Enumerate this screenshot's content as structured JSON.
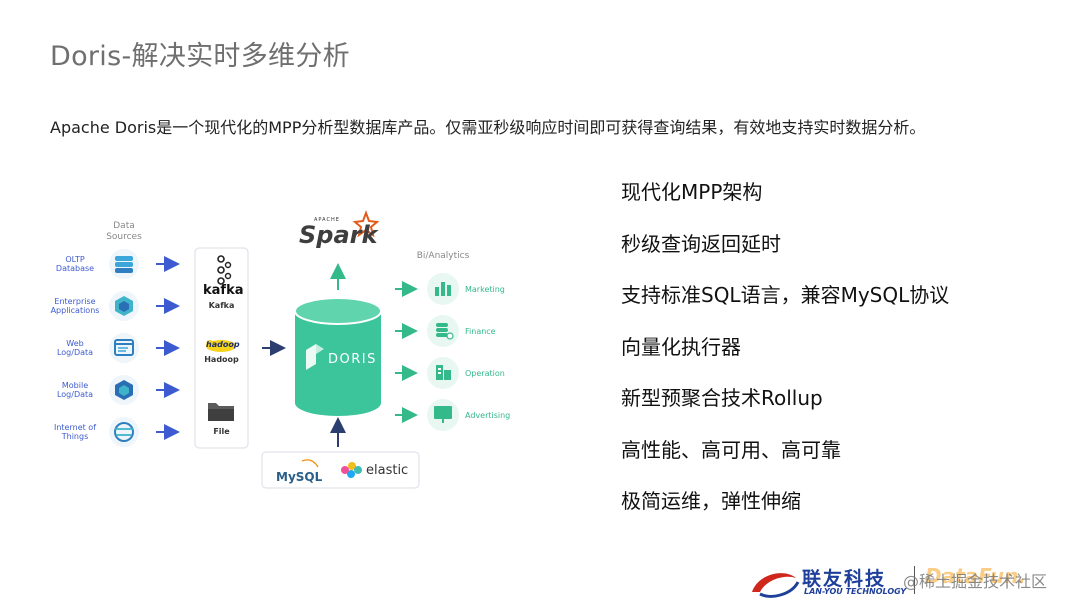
{
  "title": "Doris-解决实时多维分析",
  "subtitle": "Apache Doris是一个现代化的MPP分析型数据库产品。仅需亚秒级响应时间即可获得查询结果，有效地支持实时数据分析。",
  "features": [
    "现代化MPP架构",
    "秒级查询返回延时",
    "支持标准SQL语言，兼容MySQL协议",
    "向量化执行器",
    "新型预聚合技术Rollup",
    "高性能、高可用、高可靠",
    "极简运维，弹性伸缩"
  ],
  "diagram": {
    "sources_title": [
      "Data",
      "Sources"
    ],
    "sources": [
      {
        "label": [
          "OLTP",
          "Database"
        ],
        "icon": "database-icon"
      },
      {
        "label": [
          "Enterprise",
          "Applications"
        ],
        "icon": "cube-icon"
      },
      {
        "label": [
          "Web",
          "Log/Data"
        ],
        "icon": "browser-icon"
      },
      {
        "label": [
          "Mobile",
          "Log/Data"
        ],
        "icon": "mobile-cube-icon"
      },
      {
        "label": [
          "Internet of",
          "Things"
        ],
        "icon": "globe-icon"
      }
    ],
    "middle": [
      {
        "word": "kafka",
        "label": "Kafka"
      },
      {
        "word": "hadoop",
        "label": "Hadoop"
      },
      {
        "word": "",
        "label": "File"
      }
    ],
    "center": "DORIS",
    "spark_top": "APACHE",
    "spark": "Spark",
    "bi_title": "Bi/Analytics",
    "bi": [
      "Marketing",
      "Finance",
      "Operation",
      "Advertising"
    ],
    "bottom": [
      "MySQL",
      "elastic"
    ],
    "colors": {
      "accent": "#3d5bd1",
      "green": "#33b98a",
      "doris": "#3cc59a"
    }
  },
  "footer": {
    "company_cn": "联友科技",
    "company_en": "LAN-YOU TECHNOLOGY",
    "watermark": "@稀土掘金技术社区",
    "brand": "DataFun."
  }
}
